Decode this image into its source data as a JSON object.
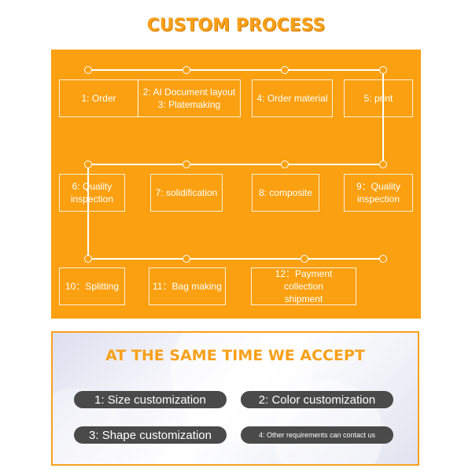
{
  "title": "CUSTOM PROCESS",
  "steps": [
    "1: Order",
    "2: AI Document layout\n3: Platemaking",
    "4: Order material",
    "5: print",
    "6: Quality\ninspection",
    "7: solidification",
    "8: composite",
    "9：Quality\ninspection",
    "10：Splitting",
    "11：Bag making",
    "12：Payment collection\nshipment"
  ],
  "accept": {
    "title": "AT THE SAME TIME WE ACCEPT",
    "items": [
      "1: Size customization",
      "2: Color customization",
      "3: Shape customization",
      "4: Other requirements can contact us"
    ]
  },
  "colors": {
    "accent": "#fba010",
    "title": "#f7a01a",
    "pill": "#4a4a4a",
    "line": "#ffffff"
  }
}
